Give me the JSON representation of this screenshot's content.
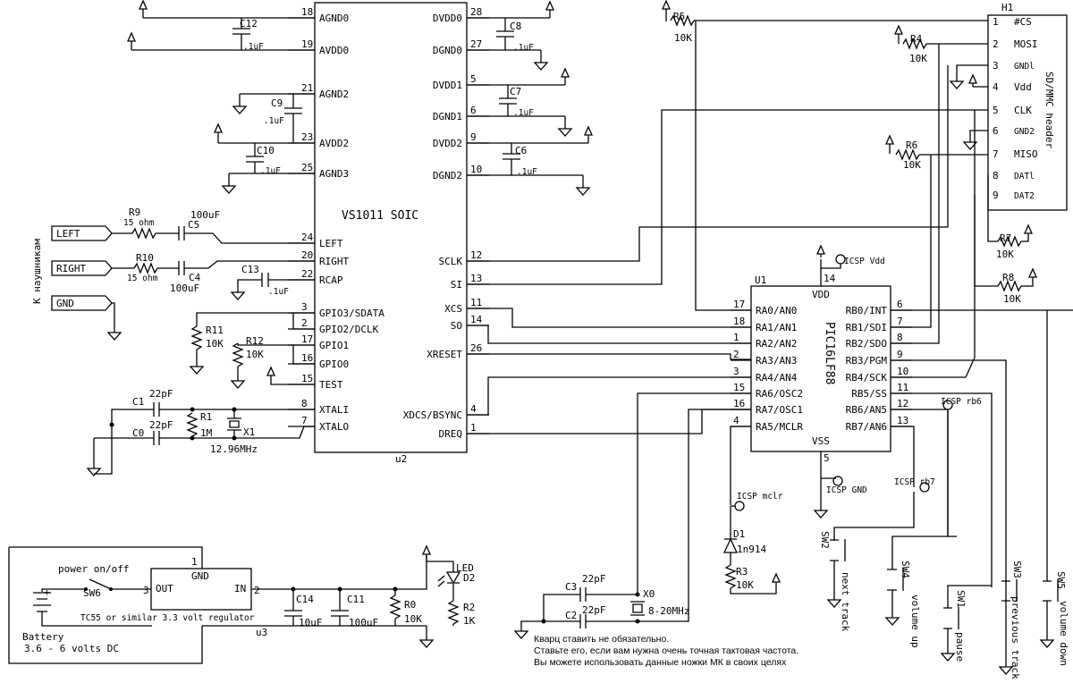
{
  "u2": {
    "name": "VS1011 SOIC",
    "ref": "u2",
    "left_pins": [
      {
        "num": "18",
        "label": "AGND0"
      },
      {
        "num": "19",
        "label": "AVDD0"
      },
      {
        "num": "21",
        "label": "AGND2"
      },
      {
        "num": "23",
        "label": "AVDD2"
      },
      {
        "num": "25",
        "label": "AGND3"
      },
      {
        "num": "24",
        "label": "LEFT"
      },
      {
        "num": "20",
        "label": "RIGHT"
      },
      {
        "num": "22",
        "label": "RCAP"
      },
      {
        "num": "3",
        "label": "GPIO3/SDATA"
      },
      {
        "num": "2",
        "label": "GPIO2/DCLK"
      },
      {
        "num": "17",
        "label": "GPIO1"
      },
      {
        "num": "16",
        "label": "GPIO0"
      },
      {
        "num": "15",
        "label": "TEST"
      },
      {
        "num": "8",
        "label": "XTALI"
      },
      {
        "num": "7",
        "label": "XTALO"
      }
    ],
    "right_pins": [
      {
        "num": "28",
        "label": "DVDD0"
      },
      {
        "num": "27",
        "label": "DGND0"
      },
      {
        "num": "5",
        "label": "DVDD1"
      },
      {
        "num": "6",
        "label": "DGND1"
      },
      {
        "num": "9",
        "label": "DVDD2"
      },
      {
        "num": "10",
        "label": "DGND2"
      },
      {
        "num": "12",
        "label": "SCLK"
      },
      {
        "num": "13",
        "label": "SI"
      },
      {
        "num": "11",
        "label": "XCS"
      },
      {
        "num": "14",
        "label": "SO"
      },
      {
        "num": "26",
        "label": "XRESET"
      },
      {
        "num": "4",
        "label": "XDCS/BSYNC"
      },
      {
        "num": "1",
        "label": "DREQ"
      }
    ]
  },
  "u1": {
    "name": "PIC16LF88",
    "ref": "U1",
    "vdd": {
      "num": "14",
      "label": "VDD"
    },
    "vss": {
      "num": "5",
      "label": "VSS"
    },
    "left_pins": [
      {
        "num": "17",
        "label": "RA0/AN0"
      },
      {
        "num": "18",
        "label": "RA1/AN1"
      },
      {
        "num": "1",
        "label": "RA2/AN2"
      },
      {
        "num": "2",
        "label": "RA3/AN3"
      },
      {
        "num": "3",
        "label": "RA4/AN4"
      },
      {
        "num": "15",
        "label": "RA6/OSC2"
      },
      {
        "num": "16",
        "label": "RA7/OSC1"
      },
      {
        "num": "4",
        "label": "RA5/MCLR"
      }
    ],
    "right_pins": [
      {
        "num": "6",
        "label": "RB0/INT"
      },
      {
        "num": "7",
        "label": "RB1/SDI"
      },
      {
        "num": "8",
        "label": "RB2/SDO"
      },
      {
        "num": "9",
        "label": "RB3/PGM"
      },
      {
        "num": "10",
        "label": "RB4/SCK"
      },
      {
        "num": "11",
        "label": "RB5/SS"
      },
      {
        "num": "12",
        "label": "RB6/AN5"
      },
      {
        "num": "13",
        "label": "RB7/AN6"
      }
    ]
  },
  "h1": {
    "ref": "H1",
    "title": "SD/MMC header",
    "pins": [
      {
        "num": "1",
        "label": "#CS"
      },
      {
        "num": "2",
        "label": "MOSI"
      },
      {
        "num": "3",
        "label": "GNDl"
      },
      {
        "num": "4",
        "label": "Vdd"
      },
      {
        "num": "5",
        "label": "CLK"
      },
      {
        "num": "6",
        "label": "GND2"
      },
      {
        "num": "7",
        "label": "MISO"
      },
      {
        "num": "8",
        "label": "DATl"
      },
      {
        "num": "9",
        "label": "DAT2"
      }
    ]
  },
  "u3": {
    "ref": "u3",
    "gnd_pin": "1",
    "gnd_label": "GND",
    "out_pin": "3",
    "out_label": "OUT",
    "in_pin": "2",
    "in_label": "IN",
    "description": "TC55 or similar 3.3 volt regulator"
  },
  "caps": {
    "c12": {
      "ref": "C12",
      "value": ".1uF"
    },
    "c9": {
      "ref": "C9",
      "value": ".1uF"
    },
    "c10": {
      "ref": "C10",
      "value": ".1uF"
    },
    "c8": {
      "ref": "C8",
      "value": ".1uF"
    },
    "c7": {
      "ref": "C7",
      "value": ".1uF"
    },
    "c6": {
      "ref": "C6",
      "value": ".1uF"
    },
    "c5": {
      "ref": "C5",
      "value": "100uF"
    },
    "c4": {
      "ref": "C4",
      "value": "100uF"
    },
    "c13": {
      "ref": "C13",
      "value": ".1uF"
    },
    "c1": {
      "ref": "C1",
      "value": "22pF"
    },
    "c0": {
      "ref": "C0",
      "value": "22pF"
    },
    "c3": {
      "ref": "C3",
      "value": "22pF"
    },
    "c2": {
      "ref": "C2",
      "value": "22pF"
    },
    "c14": {
      "ref": "C14",
      "value": "10uF"
    },
    "c11": {
      "ref": "C11",
      "value": "100uF"
    }
  },
  "resistors": {
    "r9": {
      "ref": "R9",
      "value": "15 ohm"
    },
    "r10": {
      "ref": "R10",
      "value": "15 ohm"
    },
    "r11": {
      "ref": "R11",
      "value": "10K"
    },
    "r12": {
      "ref": "R12",
      "value": "10K"
    },
    "r1": {
      "ref": "R1",
      "value": "1M"
    },
    "r5": {
      "ref": "R5",
      "value": "10K"
    },
    "r4": {
      "ref": "R4",
      "value": "10K"
    },
    "r6": {
      "ref": "R6",
      "value": "10K"
    },
    "r7": {
      "ref": "R7",
      "value": "10K"
    },
    "r8": {
      "ref": "R8",
      "value": "10K"
    },
    "r3": {
      "ref": "R3",
      "value": "10K"
    },
    "r0": {
      "ref": "R0",
      "value": "10K"
    },
    "r2": {
      "ref": "R2",
      "value": "1K"
    }
  },
  "crystals": {
    "x1": {
      "ref": "X1",
      "value": "12.96MHz"
    },
    "x0": {
      "ref": "X0",
      "value": "8-20MHz"
    }
  },
  "diodes": {
    "d1": {
      "ref": "D1",
      "value": "1n914"
    },
    "d2": {
      "ref": "D2",
      "value": "LED"
    }
  },
  "connectors": {
    "left": "LEFT",
    "right": "RIGHT",
    "gnd": "GND",
    "side_label": "К наушникам"
  },
  "icsp": {
    "vdd": "ICSP Vdd",
    "gnd": "ICSP GND",
    "mclr": "ICSP mclr",
    "rb6": "ICSP rb6",
    "rb7": "ICSP rb7"
  },
  "switches": {
    "sw2": {
      "ref": "SW2",
      "label": "next track"
    },
    "sw4": {
      "ref": "SW4",
      "label": "volume up"
    },
    "sw1": {
      "ref": "SW1",
      "label": "pause"
    },
    "sw3": {
      "ref": "SW3",
      "label": "previous track"
    },
    "sw5": {
      "ref": "SW5",
      "label": "volume down"
    },
    "sw6": {
      "ref": "SW6",
      "label": "power on/off"
    }
  },
  "battery": {
    "label": "Battery",
    "voltage": "3.6 - 6 volts DC",
    "plus": "+"
  },
  "note": [
    "Кварц ставить не обязательно.",
    "Ставьте его, если вам нужна очень точная тактовая частота.",
    "Вы можете использовать данные ножки МК в своих целях"
  ]
}
